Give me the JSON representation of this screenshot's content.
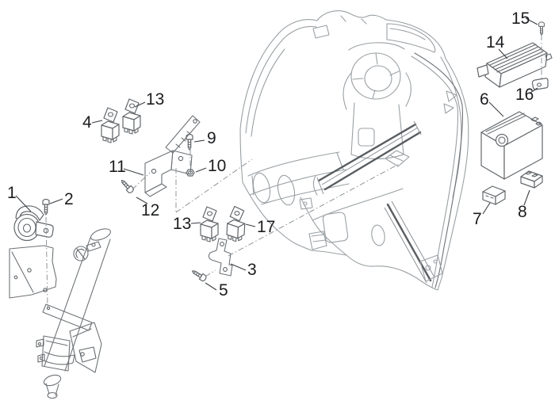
{
  "diagram": {
    "background": "#ffffff",
    "line_color": "#9aa0a4",
    "part_line_color": "#63686c",
    "label_color": "#1b1c1e",
    "leader_color": "#3a3f44"
  },
  "callouts": [
    {
      "n": "1"
    },
    {
      "n": "2"
    },
    {
      "n": "3"
    },
    {
      "n": "4"
    },
    {
      "n": "5"
    },
    {
      "n": "6"
    },
    {
      "n": "7"
    },
    {
      "n": "8"
    },
    {
      "n": "9"
    },
    {
      "n": "10"
    },
    {
      "n": "11"
    },
    {
      "n": "12"
    },
    {
      "n": "13"
    },
    {
      "n": "13"
    },
    {
      "n": "14"
    },
    {
      "n": "15"
    },
    {
      "n": "16"
    },
    {
      "n": "17"
    }
  ]
}
